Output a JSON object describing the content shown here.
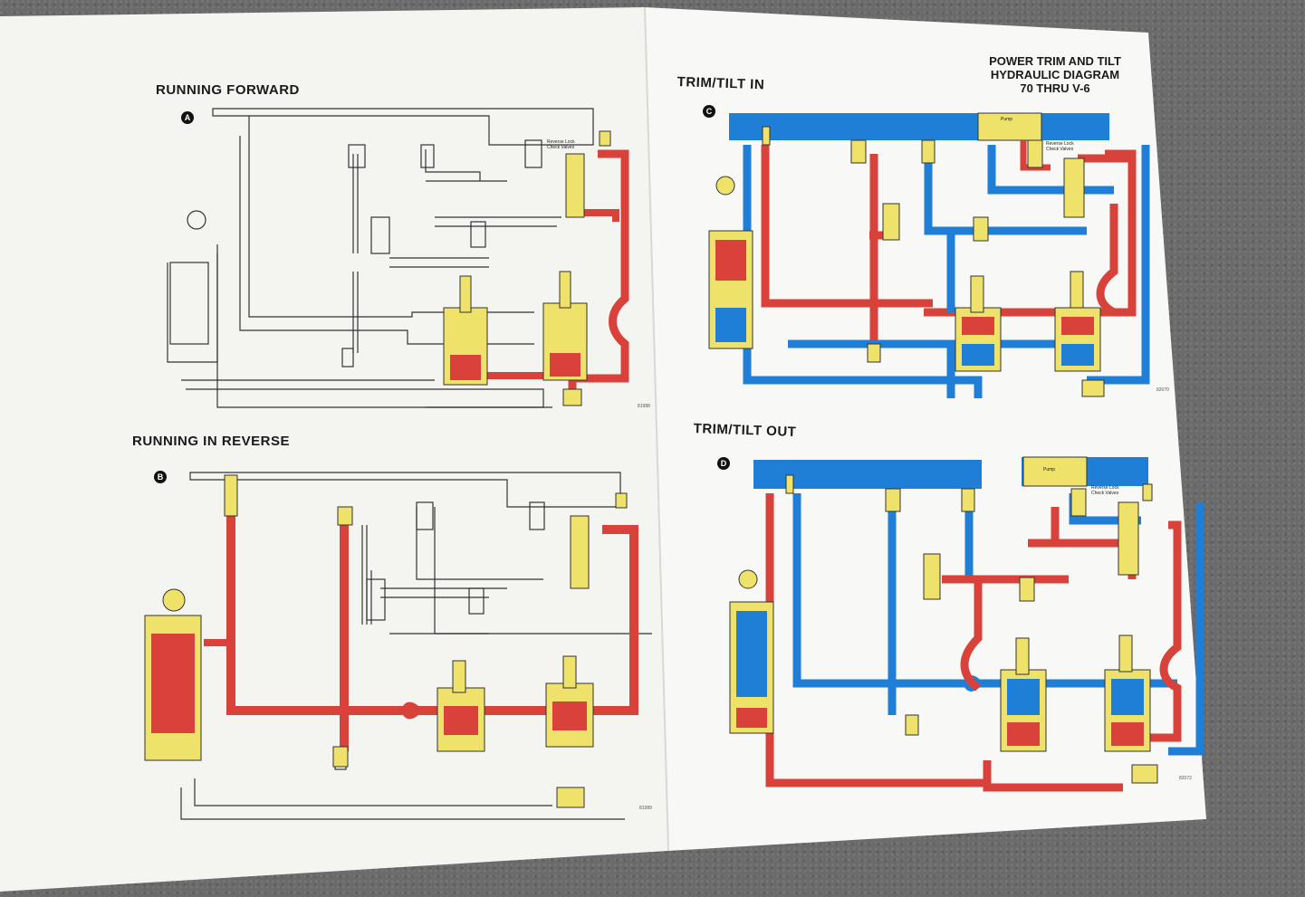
{
  "header": {
    "line1": "POWER TRIM AND TILT",
    "line2": "HYDRAULIC DIAGRAM",
    "line3": "70 THRU V-6"
  },
  "panels": [
    {
      "id": "A",
      "badge": "A",
      "title": "RUNNING FORWARD",
      "figure": "81988"
    },
    {
      "id": "B",
      "badge": "B",
      "title": "RUNNING IN REVERSE",
      "figure": "81989"
    },
    {
      "id": "C",
      "badge": "C",
      "title": "TRIM/TILT IN",
      "figure": "82070"
    },
    {
      "id": "D",
      "badge": "D",
      "title": "TRIM/TILT OUT",
      "figure": "82072"
    }
  ],
  "labels": {
    "pump": "Pump",
    "check_valves_1": "Reverse Lock",
    "check_valves_2": "Check Valves"
  },
  "colors": {
    "pressure": "#d9423a",
    "return": "#1f7fd6",
    "component": "#efe26a",
    "line": "#333333",
    "paper": "#f7f7f4"
  }
}
